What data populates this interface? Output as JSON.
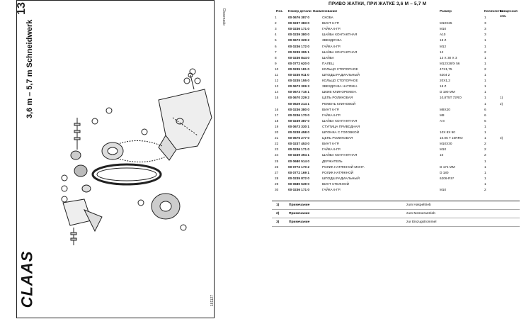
{
  "left_panel": {
    "page_number": "13",
    "section_title": "3,6 m – 5,7 m Schneidwerk",
    "brand": "CLAAS",
    "side_code": "Dissenado",
    "doc_number": "181127"
  },
  "table": {
    "title": "ПРИВО   ЖАТКИ, ПРИ ЖАТКЕ 3,6 М – 5,7 М",
    "headers": {
      "pos": "Поз.",
      "part_number": "Номер детали",
      "name": "Наименование",
      "size": "Размер",
      "qty": "Количество",
      "note": "Концессия отв."
    },
    "rows": [
      {
        "pos": "1",
        "part": "00 0676 387 0",
        "name": "СКОБА",
        "size": "",
        "qty": "1",
        "note": ""
      },
      {
        "pos": "2",
        "part": "00 0237 383 0",
        "name": "ВИНТ 6-ГР.",
        "size": "M10X25",
        "qty": "3",
        "note": ""
      },
      {
        "pos": "3",
        "part": "00 0236 171 0",
        "name": "ГАЙКА 6-ГР.",
        "size": "M10",
        "qty": "3",
        "note": ""
      },
      {
        "pos": "4",
        "part": "00 0239 380 0",
        "name": "ШАЙБА КОНТАКТНАЯ",
        "size": "A10",
        "qty": "3",
        "note": ""
      },
      {
        "pos": "5",
        "part": "00 0673 329 2",
        "name": "ЗВЕЗДОЧКА",
        "size": "15 Z",
        "qty": "1",
        "note": ""
      },
      {
        "pos": "6",
        "part": "00 0236 172 0",
        "name": "ГАЙКА 6-ГР.",
        "size": "M12",
        "qty": "1",
        "note": ""
      },
      {
        "pos": "7",
        "part": "00 0239 395 1",
        "name": "ШАЙБА КОНТАКТНАЯ",
        "size": "12",
        "qty": "2",
        "note": ""
      },
      {
        "pos": "8",
        "part": "00 0236 844 0",
        "name": "ШАЙБА",
        "size": "13 X 30 X 3",
        "qty": "1",
        "note": ""
      },
      {
        "pos": "9",
        "part": "00 0772 620 0",
        "name": "ПАЛЕЦ",
        "size": "M12X28/X 56",
        "qty": "1",
        "note": ""
      },
      {
        "pos": "10",
        "part": "00 0235 181 0",
        "name": "КОЛЬЦО СТОПОРНОЕ",
        "size": "47X1,75",
        "qty": "2",
        "note": ""
      },
      {
        "pos": "11",
        "part": "00 0235 911 0",
        "name": "ШПОДШ.РАДИАЛЬНЫЙ",
        "size": "6204 2",
        "qty": "1",
        "note": ""
      },
      {
        "pos": "12",
        "part": "00 0235 155 0",
        "name": "КОЛЬЦО СТОПОРНОЕ",
        "size": "20X1,2",
        "qty": "1",
        "note": ""
      },
      {
        "pos": "13",
        "part": "00 0673 309 3",
        "name": "ЗВЕЗДОЧКА НАТЯЖН.",
        "size": "15 Z",
        "qty": "1",
        "note": ""
      },
      {
        "pos": "14",
        "part": "00 0673 715 1",
        "name": "ШКИВ КЛИНОРЕМЕН.",
        "size": "D 190 MM",
        "qty": "1",
        "note": ""
      },
      {
        "pos": "15",
        "part": "00 0670 229 2",
        "name": "ЦЕПЬ РОЛИКОВАЯ",
        "size": "10,8T5T 72RO",
        "qty": "1",
        "note": "1)"
      },
      {
        "pos": "",
        "part": "00 0629 214 1",
        "name": "РЕМЕНЬ КЛИНОВОЙ",
        "size": "",
        "qty": "1",
        "note": "2)"
      },
      {
        "pos": "16",
        "part": "00 0236 380 0",
        "name": "ВИНТ 6-ГР.",
        "size": "M8X20",
        "qty": "6",
        "note": ""
      },
      {
        "pos": "17",
        "part": "00 0236 170 0",
        "name": "ГАЙКА 6-ГР.",
        "size": "M8",
        "qty": "6",
        "note": ""
      },
      {
        "pos": "18",
        "part": "00 0239 387 0",
        "name": "ШАЙБА КОНТАКТНАЯ",
        "size": "A 8",
        "qty": "6",
        "note": ""
      },
      {
        "pos": "19",
        "part": "00 0673 330 1",
        "name": "СТУПИЦА ПРИВОДНАЯ",
        "size": "",
        "qty": "1",
        "note": ""
      },
      {
        "pos": "20",
        "part": "00 0238 458 0",
        "name": "ШПОНКА С ГОЛОВКОЙ",
        "size": "10X 8X 90",
        "qty": "1",
        "note": ""
      },
      {
        "pos": "21",
        "part": "00 0676 277 0",
        "name": "ЦЕПЬ РОЛИКОВАЯ",
        "size": "10.05 T 10RRO",
        "qty": "1",
        "note": "3)"
      },
      {
        "pos": "22",
        "part": "00 0237 453 0",
        "name": "ВИНТ 6-ГР.",
        "size": "M10X30",
        "qty": "2",
        "note": ""
      },
      {
        "pos": "23",
        "part": "00 0236 171 0",
        "name": "ГАЙКА 6-ГР.",
        "size": "M10",
        "qty": "2",
        "note": ""
      },
      {
        "pos": "24",
        "part": "00 0239 394 1",
        "name": "ШАЙБА КОНТАКТНАЯ",
        "size": "10",
        "qty": "2",
        "note": ""
      },
      {
        "pos": "25",
        "part": "00 0680 514 0",
        "name": "ДЕРЖАТЕЛЬ",
        "size": "",
        "qty": "1",
        "note": ""
      },
      {
        "pos": "26",
        "part": "00 0772 170 2",
        "name": "РОЛИК НАТЯЖНОЙ МОНТ.",
        "size": "D 174 MM",
        "qty": "1",
        "note": ""
      },
      {
        "pos": "27",
        "part": "00 0772 169 1",
        "name": "РОЛИК НАТЯЖНОЙ",
        "size": "D 180",
        "qty": "1",
        "note": ""
      },
      {
        "pos": "28",
        "part": "00 0235 872 0",
        "name": "ШПОДШ.РАДИАЛЬНЫЙ",
        "size": "6206-RS*",
        "qty": "1",
        "note": ""
      },
      {
        "pos": "29",
        "part": "00 0680 539 0",
        "name": "ВИНТ СТЕЖНОЙ",
        "size": "",
        "qty": "1",
        "note": ""
      },
      {
        "pos": "30",
        "part": "00 0236 171 0",
        "name": "ГАЙКА 6-ГР.",
        "size": "M10",
        "qty": "2",
        "note": ""
      }
    ]
  },
  "notes": [
    {
      "key": "1)",
      "label": "Примечание",
      "value": "zum Haspeltrieb"
    },
    {
      "key": "2)",
      "label": "Примечание",
      "value": "zum Messerantrieb"
    },
    {
      "key": "3)",
      "label": "Примечание",
      "value": "zur Einzugstrommel"
    }
  ]
}
